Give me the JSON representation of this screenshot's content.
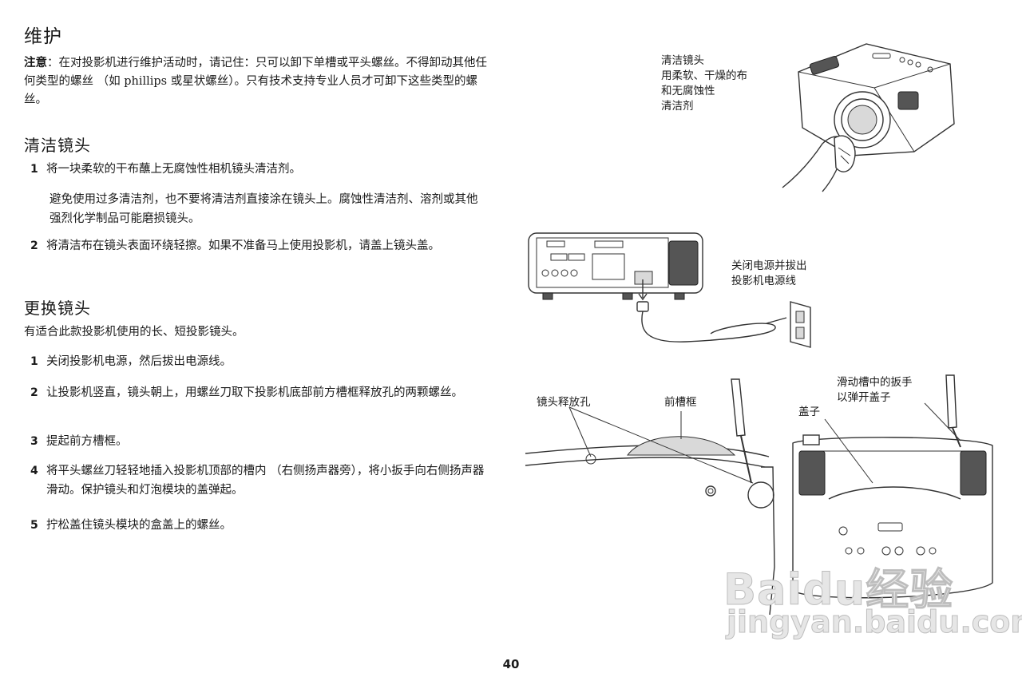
{
  "page": {
    "title": "维护",
    "note_label": "注意",
    "note_text": "：在对投影机进行维护活动时，请记住：只可以卸下单槽或平头螺丝。不得卸动其他任何类型的螺丝 （如 phillips 或星状螺丝）。只有技术支持专业人员才可卸下这些类型的螺丝。",
    "page_number": "40"
  },
  "cleaning": {
    "heading": "清洁镜头",
    "steps": [
      {
        "num": "1",
        "text": "将一块柔软的干布蘸上无腐蚀性相机镜头清洁剂。"
      },
      {
        "num": "2",
        "text": "将清洁布在镜头表面环绕轻擦。如果不准备马上使用投影机，请盖上镜头盖。"
      }
    ],
    "note": "避免使用过多清洁剂，也不要将清洁剂直接涂在镜头上。腐蚀性清洁剂、溶剂或其他强烈化学制品可能磨损镜头。"
  },
  "replacing": {
    "heading": "更换镜头",
    "intro": "有适合此款投影机使用的长、短投影镜头。",
    "steps": [
      {
        "num": "1",
        "text": "关闭投影机电源，然后拔出电源线。"
      },
      {
        "num": "2",
        "text": "让投影机竖直，镜头朝上，用螺丝刀取下投影机底部前方槽框释放孔的两颗螺丝。"
      },
      {
        "num": "3",
        "text": "提起前方槽框。"
      },
      {
        "num": "4",
        "text": "将平头螺丝刀轻轻地插入投影机顶部的槽内 （右侧扬声器旁），将小扳手向右侧扬声器滑动。保护镜头和灯泡模块的盖弹起。"
      },
      {
        "num": "5",
        "text": "拧松盖住镜头模块的盒盖上的螺丝。"
      }
    ]
  },
  "figures": {
    "fig1_caption": [
      "清洁镜头",
      "用柔软、干燥的布",
      "和无腐蚀性",
      "清洁剂"
    ],
    "fig2_caption": [
      "关闭电源并拔出",
      "投影机电源线"
    ],
    "fig3_labels": {
      "release_holes": "镜头释放孔",
      "front_frame": "前槽框",
      "cover": "盖子",
      "slider": [
        "滑动槽中的扳手",
        "以弹开盖子"
      ]
    }
  },
  "watermark": {
    "logo": "Baidu经验",
    "url": "jingyan.baidu.com"
  }
}
